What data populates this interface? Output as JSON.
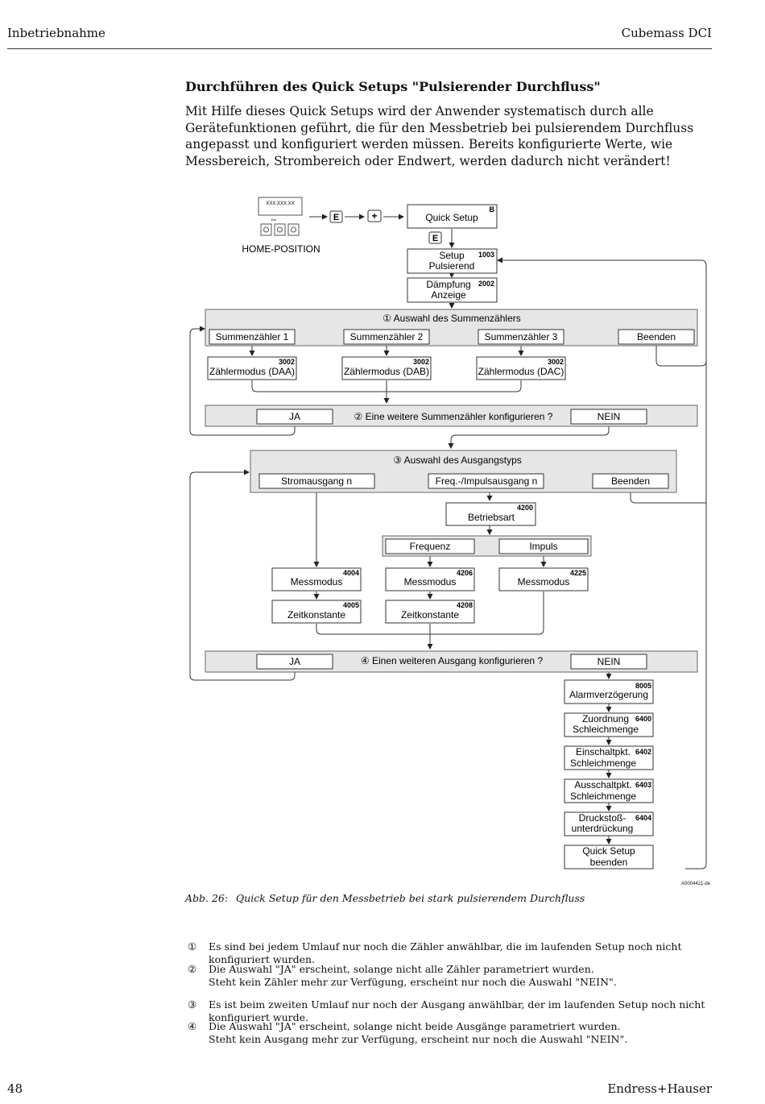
{
  "header": {
    "left": "Inbetriebnahme",
    "right": "Cubemass DCI"
  },
  "section": {
    "title": "Durchführen des Quick Setups \"Pulsierender Durchfluss\"",
    "intro": "Mit Hilfe dieses Quick Setups wird der Anwender systematisch durch alle Gerätefunktionen geführt, die für den Messbetrieb bei pulsierendem Durchfluss angepasst und konfiguriert werden müssen. Bereits konfigurierte Werte, wie Messbereich, Strombereich oder Endwert, werden dadurch nicht verändert!"
  },
  "diagram": {
    "display_text": "XXX.XXX.XX",
    "esc_label": "Esc",
    "home": "HOME-POSITION",
    "key_e": "E",
    "key_plus": "+",
    "quick_setup": {
      "label": "Quick Setup",
      "code": "B"
    },
    "setup_pulsierend": {
      "l1": "Setup",
      "l2": "Pulsierend",
      "code": "1003"
    },
    "daempfung": {
      "l1": "Dämpfung",
      "l2": "Anzeige",
      "code": "2002"
    },
    "group1": {
      "title": "① Auswahl des Summenzählers",
      "opt1": "Summenzähler 1",
      "opt2": "Summenzähler 2",
      "opt3": "Summenzähler 3",
      "end": "Beenden"
    },
    "zm1": {
      "label": "Zählermodus (DAA)",
      "code": "3002"
    },
    "zm2": {
      "label": "Zählermodus (DAB)",
      "code": "3002"
    },
    "zm3": {
      "label": "Zählermodus (DAC)",
      "code": "3002"
    },
    "q2": {
      "yes": "JA",
      "text": "② Eine weitere Summenzähler konfigurieren ?",
      "no": "NEIN"
    },
    "group3": {
      "title": "③ Auswahl des Ausgangstyps",
      "opt1": "Stromausgang n",
      "opt2": "Freq.-/Impulsausgang n",
      "end": "Beenden"
    },
    "betriebsart": {
      "label": "Betriebsart",
      "code": "4200"
    },
    "frequenz": "Frequenz",
    "impuls": "Impuls",
    "mm1": {
      "label": "Messmodus",
      "code": "4004"
    },
    "mm2": {
      "label": "Messmodus",
      "code": "4206"
    },
    "mm3": {
      "label": "Messmodus",
      "code": "4225"
    },
    "zk1": {
      "label": "Zeitkonstante",
      "code": "4005"
    },
    "zk2": {
      "label": "Zeitkonstante",
      "code": "4208"
    },
    "q4": {
      "yes": "JA",
      "text": "④ Einen weiteren Ausgang konfigurieren ?",
      "no": "NEIN"
    },
    "alarm": {
      "label": "Alarmverzögerung",
      "code": "8005"
    },
    "zuordnung": {
      "l1": "Zuordnung",
      "l2": "Schleichmenge",
      "code": "6400"
    },
    "einschalt": {
      "l1": "Einschaltpkt.",
      "l2": "Schleichmenge",
      "code": "6402"
    },
    "ausschalt": {
      "l1": "Ausschaltpkt.",
      "l2": "Schleichmenge",
      "code": "6403"
    },
    "druckstoss": {
      "l1": "Druckstoß-",
      "l2": "unterdrückung",
      "code": "6404"
    },
    "qs_end": {
      "l1": "Quick Setup",
      "l2": "beenden"
    },
    "id": "A0004421-de"
  },
  "caption": {
    "label": "Abb. 26:",
    "text": "Quick Setup für den Messbetrieb bei stark pulsierendem Durchfluss"
  },
  "footnotes": [
    {
      "sym": "①",
      "text": "Es sind bei jedem Umlauf nur noch die Zähler anwählbar, die im laufenden Setup noch nicht konfiguriert wurden."
    },
    {
      "sym": "②",
      "text": "Die Auswahl \"JA\" erscheint, solange nicht alle Zähler parametriert wurden.\nSteht kein Zähler mehr zur Verfügung, erscheint nur noch die Auswahl \"NEIN\"."
    },
    {
      "sym": "③",
      "text": "Es ist beim zweiten Umlauf nur noch der Ausgang anwählbar, der im laufenden Setup noch nicht konfiguriert wurde."
    },
    {
      "sym": "④",
      "text": "Die Auswahl \"JA\" erscheint, solange nicht beide Ausgänge parametriert wurden.\nSteht kein Ausgang mehr zur Verfügung, erscheint nur noch die Auswahl \"NEIN\"."
    }
  ],
  "footer": {
    "page": "48",
    "brand": "Endress+Hauser"
  }
}
